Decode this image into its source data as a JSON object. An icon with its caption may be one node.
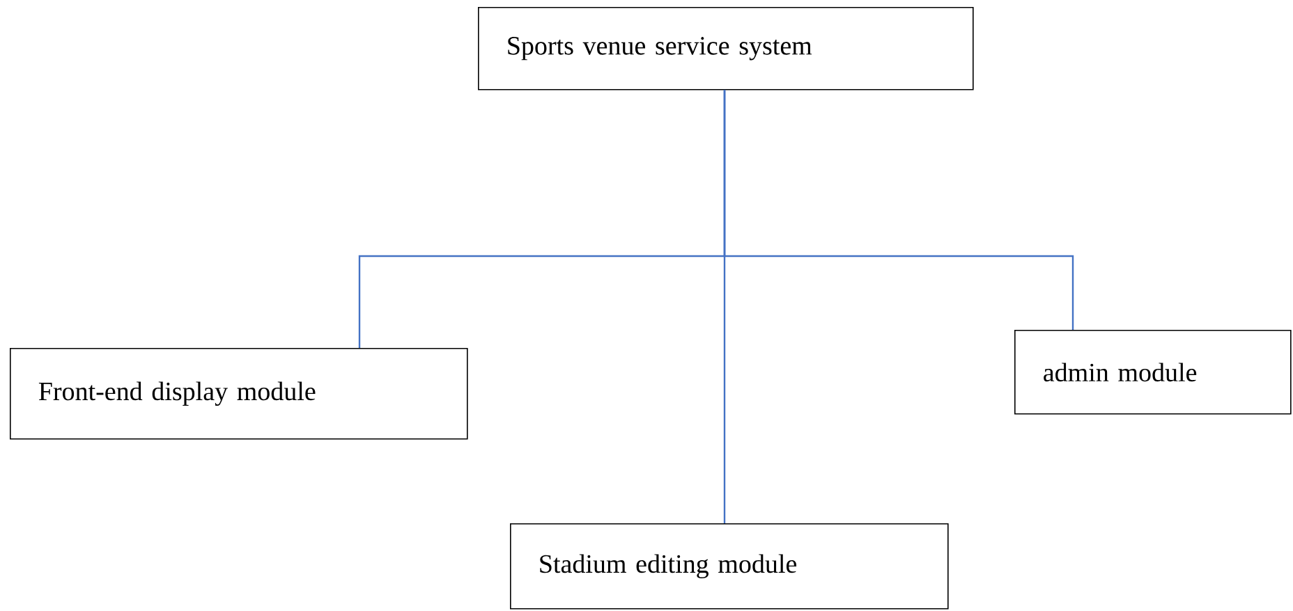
{
  "diagram": {
    "nodes": [
      {
        "text": [
          "Sports venue service system"
        ]
      },
      {
        "text": [
          "Front-end display module"
        ]
      },
      {
        "text": [
          "admin module"
        ]
      },
      {
        "text": [
          "Stadium editing module"
        ]
      }
    ],
    "edges": [
      {
        "from": 0,
        "to": 1,
        "arrow": "none"
      },
      {
        "from": 0,
        "to": 2,
        "arrow": "none"
      },
      {
        "from": 0,
        "to": 3,
        "arrow": "none"
      }
    ]
  }
}
